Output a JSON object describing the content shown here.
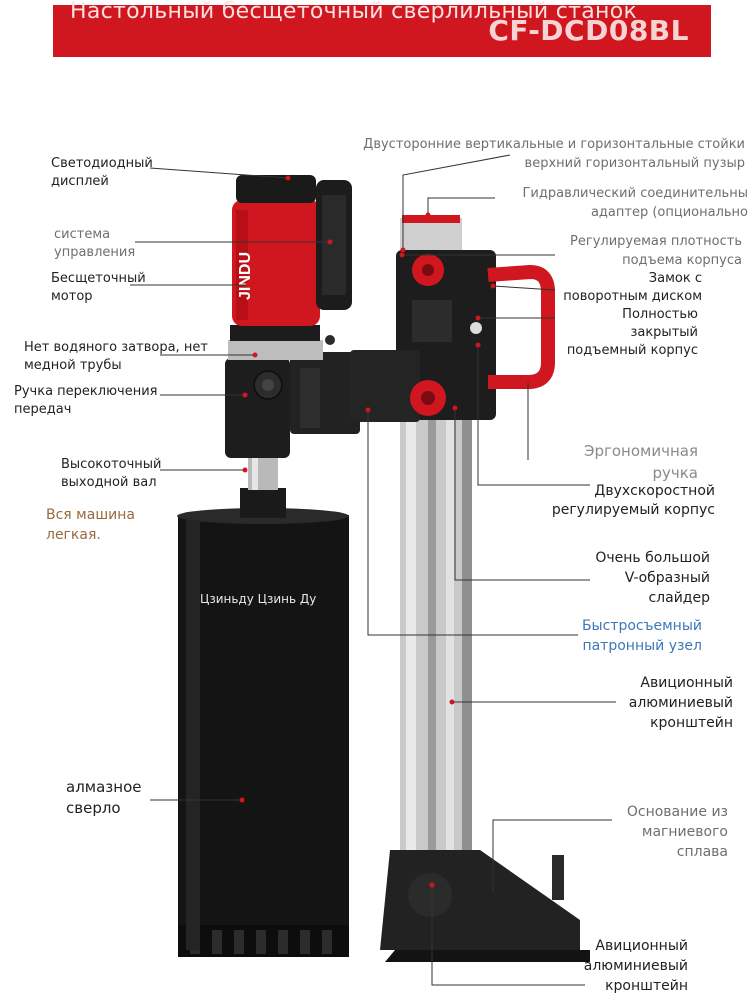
{
  "header": {
    "title": "Настольный бесщеточный сверлильный станок",
    "model": "CF-DCD08BL"
  },
  "product": {
    "brand_logo": "JINDU",
    "center_watermark": "Цзиньду Цзинь Ду"
  },
  "labels_left": {
    "led_display": "Светодиодный\nдисплей",
    "control_system": "система\nуправления",
    "brushless_motor": "Бесщеточный\nмотор",
    "no_water_seal": "Нет водяного затвора, нет\nмедной трубы",
    "gear_handle": "Ручка переключения\nпередач",
    "output_shaft": "Высокоточный\nвыходной вал",
    "lightweight": "Вся машина\nлегкая.",
    "diamond_bit": "алмазное\nсверло"
  },
  "labels_right": {
    "stands": "Двусторонние вертикальные и горизонтальные стойки\nверхний горизонтальный пузыр",
    "hydraulic_adapter": "Гидравлический соединительны\nадаптер (опционально",
    "density": "Регулируемая плотность\nподъема корпуса",
    "lock": "Замок с\nповоротным диском",
    "closed_body": "Полностью\nзакрытый\nподъемный корпус",
    "ergonomic_handle": "Эргономичная\nручка",
    "two_speed": "Двухскоростной\nрегулируемый корпус",
    "v_slider": "Очень большой\nV-образный\nслайдер",
    "quick_chuck": "Быстросъемный\nпатронный узел",
    "aviation_bracket_1": "Авиционный\nалюминиевый\nкронштейн",
    "magnesium_base": "Основание из\nмагниевого\nсплава",
    "aviation_bracket_2": "Авиционный\nалюминиевый\nкронштейн"
  },
  "colors": {
    "brand_red": "#d0161e",
    "body_black": "#1c1c1c",
    "callout_line": "#333333"
  }
}
